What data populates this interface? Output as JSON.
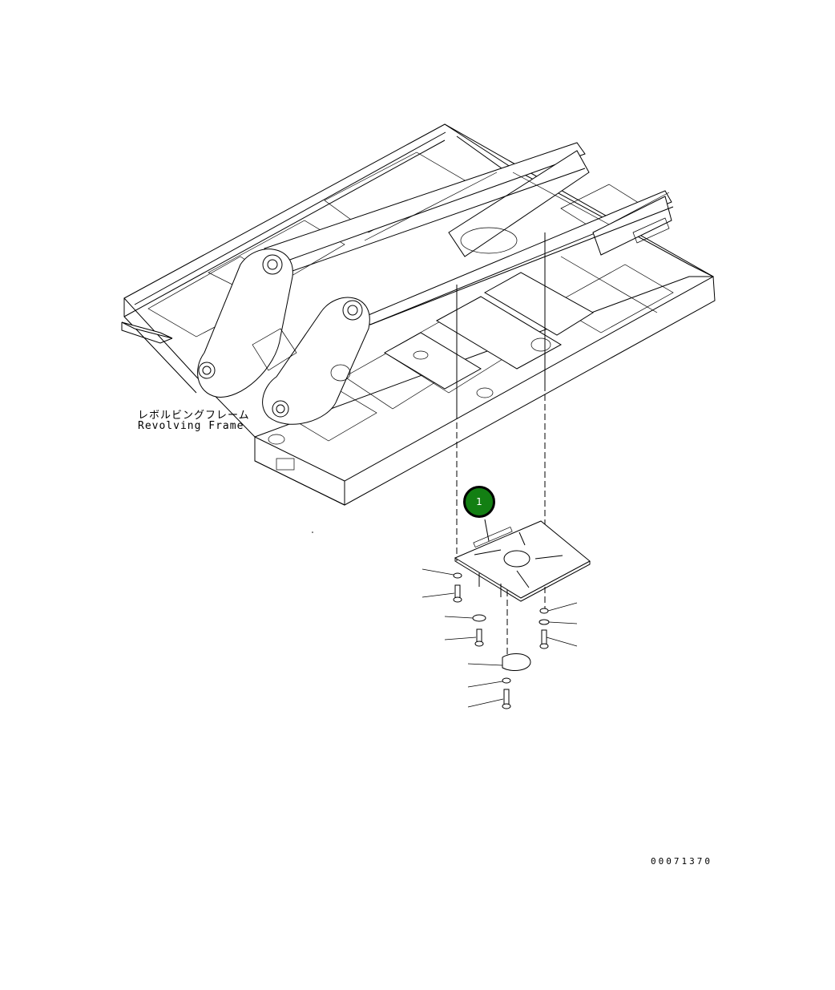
{
  "diagram": {
    "frame_label_jp": "レボルビングフレーム",
    "frame_label_en": "Revolving Frame",
    "callout_number": "1",
    "drawing_number": "00071370",
    "callout_color": "#137f13"
  }
}
